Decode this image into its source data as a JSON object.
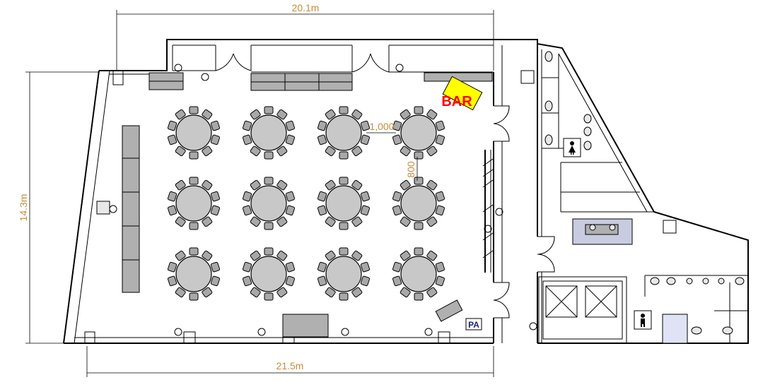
{
  "dimensions": {
    "top_width": "20.1m",
    "bottom_width": "21.5m",
    "height": "14.3m",
    "table_gap_h": "1,000",
    "table_gap_v": "800"
  },
  "labels": {
    "bar": "BAR",
    "pa": "PA"
  },
  "colors": {
    "bar_fill": "#ffff00",
    "bar_text": "#ff0000",
    "dimension_text": "#c98b3a",
    "table_fill": "#c8c8c8",
    "chair_fill": "#a8a8a8",
    "stage_fill": "#b0b0b0",
    "counter_pattern": "#9aa0c8",
    "accessible_wc_fill": "#dfe3f5"
  },
  "icons": {
    "restroom_women": "woman-restroom-icon",
    "restroom_men": "man-restroom-icon",
    "elevator": "elevator-cross-icon"
  },
  "seating": {
    "rows": 3,
    "columns": 4,
    "chairs_per_table": 10
  }
}
